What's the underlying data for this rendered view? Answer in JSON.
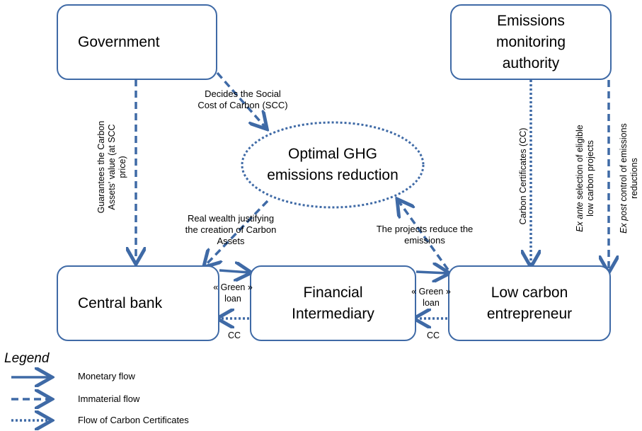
{
  "nodes": {
    "government": "Government",
    "authority": "Emissions\nmonitoring\nauthority",
    "optimal": "Optimal GHG\nemissions reduction",
    "central_bank": "Central bank",
    "intermediary": "Financial\nIntermediary",
    "entrepreneur": "Low carbon\nentrepreneur"
  },
  "edges": {
    "gov_to_optimal": "Decides the Social\nCost of Carbon (SCC)",
    "gov_to_cb": "Guarantees the Carbon\nAssets' value (at SCC\nprice)",
    "optimal_to_cb": "Real wealth justifying\nthe creation of Carbon\nAssets",
    "ent_to_optimal": "The projects reduce the\nemissions",
    "auth_cc": "Carbon Certificates (CC)",
    "auth_selection_1": "Ex ante",
    "auth_selection_1b": " selection of eligible",
    "auth_selection_2": "low carbon projects",
    "auth_control_1": "Ex post",
    "auth_control_1b": " control of emissions",
    "auth_control_2": "reductions",
    "cb_fi_loan": "« Green »\nloan",
    "fi_ent_loan": "« Green »\nloan",
    "fi_cb_cc": "CC",
    "ent_fi_cc": "CC"
  },
  "legend": {
    "title": "Legend",
    "monetary": "Monetary flow",
    "immaterial": "Immaterial flow",
    "certificates": "Flow of Carbon Certificates"
  },
  "colors": {
    "primary": "#3f6aa6"
  }
}
